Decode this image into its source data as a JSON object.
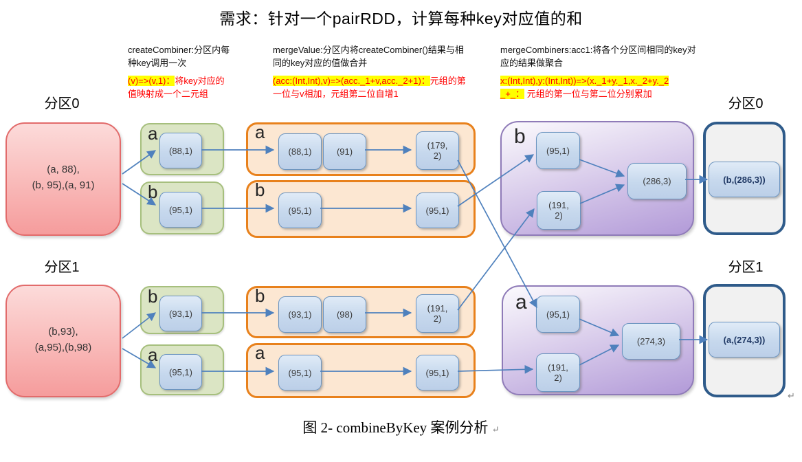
{
  "title": "需求：针对一个pairRDD，计算每种key对应值的和",
  "caption": "图 2- combineByKey 案例分析",
  "return_mark": "↵",
  "colors": {
    "arrow": "#4f81bd",
    "highlight": "#ffff00",
    "formula_text": "#ff0000",
    "pink_border": "#e26b6b",
    "green_border": "#a6bf7d",
    "orange_border": "#e8811c",
    "purple_border": "#8f7bb8",
    "output_border": "#2f5b8a",
    "node_border": "#6b94c0"
  },
  "headers": {
    "create_combiner": {
      "desc": "createCombiner:分区内每种key调用一次",
      "formula": "(v)=>(v,1)：",
      "note": "将key对应的值映射成一个二元组"
    },
    "merge_value": {
      "desc": "mergeValue:分区内将createCombiner()结果与相同的key对应的值做合并",
      "formula": "(acc:(Int,Int),v)=>(acc._1+v,acc._2+1)：",
      "note": "元组的第一位与v相加，元组第二位自增1"
    },
    "merge_combiners": {
      "desc": "mergeCombiners:acc1:将各个分区间相同的key对应的结果做聚合",
      "formula_l1": "x:(Int,Int),y:(Int,Int))=>(x._1+y._1,x._2+y._2",
      "formula_l2": "_+_：",
      "note": "元组的第一位与第二位分别累加"
    }
  },
  "partition0": {
    "label": "分区0",
    "source_line1": "(a, 88),",
    "source_line2": "(b, 95),(a, 91)",
    "cc_a_key": "a",
    "cc_a": "(88,1)",
    "cc_b_key": "b",
    "cc_b": "(95,1)",
    "mv_a_key": "a",
    "mv_a_in1": "(88,1)",
    "mv_a_in2": "(91)",
    "mv_a_res": "(179, 2)",
    "mv_b_key": "b",
    "mv_b_in1": "(95,1)",
    "mv_b_res": "(95,1)"
  },
  "partition1": {
    "label": "分区1",
    "source_line1": "(b,93),",
    "source_line2": "(a,95),(b,98)",
    "cc_b_key": "b",
    "cc_b": "(93,1)",
    "cc_a_key": "a",
    "cc_a": "(95,1)",
    "mv_b_key": "b",
    "mv_b_in1": "(93,1)",
    "mv_b_in2": "(98)",
    "mv_b_res": "(191, 2)",
    "mv_a_key": "a",
    "mv_a_in1": "(95,1)",
    "mv_a_res": "(95,1)"
  },
  "merge_b": {
    "key": "b",
    "in1": "(95,1)",
    "in2": "(191, 2)",
    "result": "(286,3)"
  },
  "merge_a": {
    "key": "a",
    "in1": "(95,1)",
    "in2": "(191, 2)",
    "result": "(274,3)"
  },
  "output0": {
    "label": "分区0",
    "value": "(b,(286,3))"
  },
  "output1": {
    "label": "分区1",
    "value": "(a,(274,3))"
  }
}
